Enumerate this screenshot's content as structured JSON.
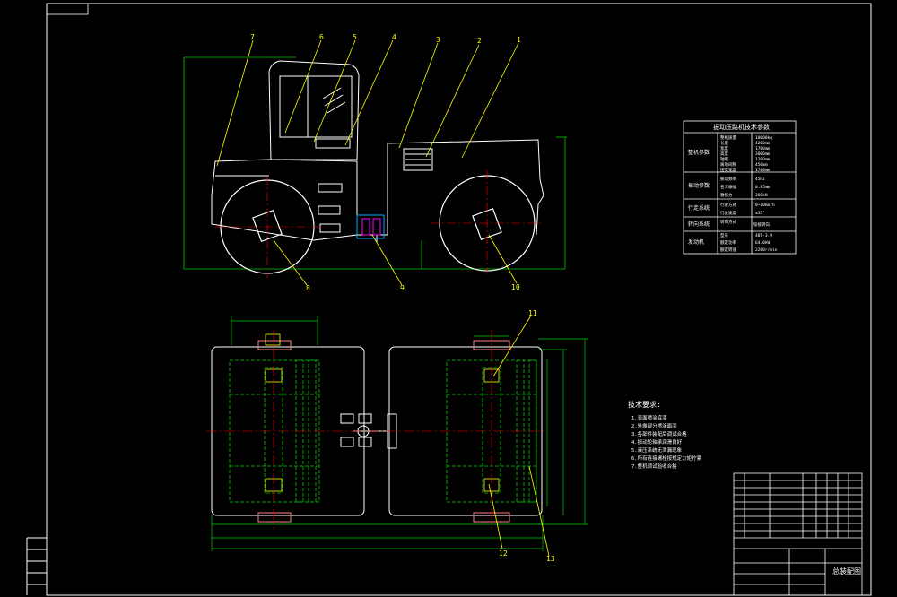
{
  "callouts": {
    "c1": "1",
    "c2": "2",
    "c3": "3",
    "c4": "4",
    "c5": "5",
    "c6": "6",
    "c7": "7",
    "c8": "8",
    "c9": "9",
    "c10": "10",
    "c11": "11",
    "c12": "12",
    "c13": "13"
  },
  "spec_table": {
    "title": "振动压路机技术参数",
    "groups": [
      "整机参数",
      "振动参数",
      "行走系统",
      "转向系统",
      "发动机"
    ],
    "values": [
      "10000kg",
      "4200mm",
      "1700mm",
      "3000mm",
      "1200mm",
      "450mm",
      "1700mm",
      "45Hz",
      "0.85mm",
      "200kN",
      "0~10km/h",
      "±35°",
      "4BT-3.9",
      "64.0kW",
      "2200r/min"
    ],
    "labels": [
      "整机质量",
      "长度",
      "宽度",
      "高度",
      "轴距",
      "离地间隙",
      "压实宽度",
      "振动频率",
      "名义振幅",
      "激振力",
      "行驶方式",
      "行驶速度",
      "转向方式",
      "铰接转向",
      "型号",
      "额定功率",
      "额定转速"
    ]
  },
  "requirements": {
    "title": "技术要求:",
    "items": [
      "1.表面喷涂底漆",
      "2.外露部分喷涂面漆",
      "3.各部件装配后调试合格",
      "4.振动轮轴承润滑良好",
      "5.液压系统无泄漏现象",
      "6.所有连接螺栓按规定力矩拧紧",
      "7.整机调试验收合格"
    ]
  },
  "title_block": {
    "drawing_title": "总装配图"
  },
  "colors": {
    "background": "#000000",
    "outline": "#ffffff",
    "leader": "#ffff00",
    "hidden": "#00cc00",
    "center": "#ff0000",
    "dimension": "#00ff00",
    "detail": "#ff00ff"
  }
}
